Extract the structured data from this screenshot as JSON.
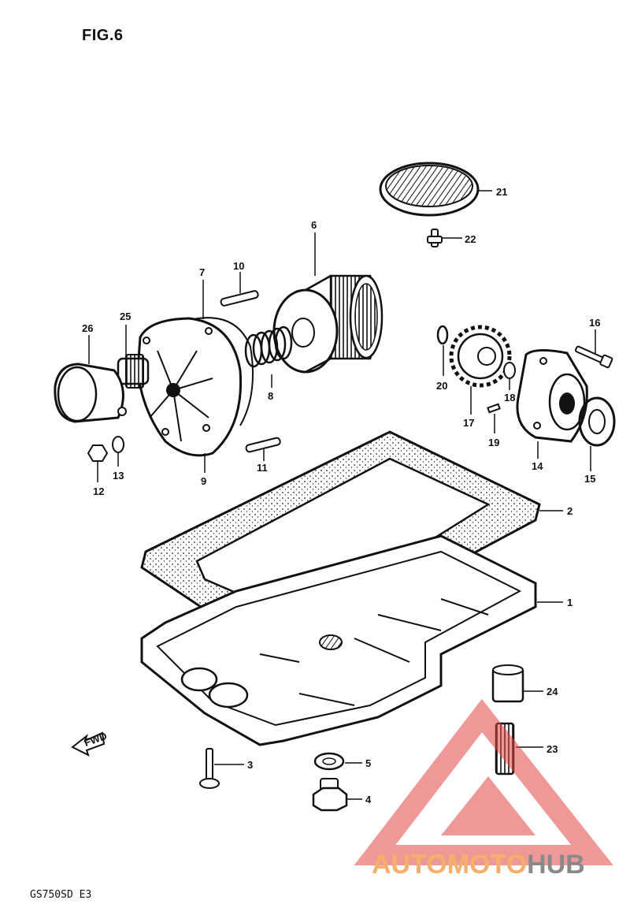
{
  "figure": {
    "title": "FIG.6",
    "model": "GS750SD  E3"
  },
  "parts": [
    {
      "id": "1",
      "label": "1"
    },
    {
      "id": "2",
      "label": "2"
    },
    {
      "id": "3",
      "label": "3"
    },
    {
      "id": "4",
      "label": "4"
    },
    {
      "id": "5",
      "label": "5"
    },
    {
      "id": "6",
      "label": "6"
    },
    {
      "id": "7",
      "label": "7"
    },
    {
      "id": "8",
      "label": "8"
    },
    {
      "id": "9",
      "label": "9"
    },
    {
      "id": "10",
      "label": "10"
    },
    {
      "id": "11",
      "label": "11"
    },
    {
      "id": "12",
      "label": "12"
    },
    {
      "id": "13",
      "label": "13"
    },
    {
      "id": "14",
      "label": "14"
    },
    {
      "id": "15",
      "label": "15"
    },
    {
      "id": "16",
      "label": "16"
    },
    {
      "id": "17",
      "label": "17"
    },
    {
      "id": "18",
      "label": "18"
    },
    {
      "id": "19",
      "label": "19"
    },
    {
      "id": "20",
      "label": "20"
    },
    {
      "id": "21",
      "label": "21"
    },
    {
      "id": "22",
      "label": "22"
    },
    {
      "id": "23",
      "label": "23"
    },
    {
      "id": "24",
      "label": "24"
    },
    {
      "id": "25",
      "label": "25"
    },
    {
      "id": "26",
      "label": "26"
    }
  ],
  "forward_label": "FWD",
  "watermark": {
    "part1": "AUTOMOTO",
    "part2": "HUB",
    "color1": "#f4b06a",
    "color2": "#8a8a8a",
    "logo_color": "#e24545"
  }
}
